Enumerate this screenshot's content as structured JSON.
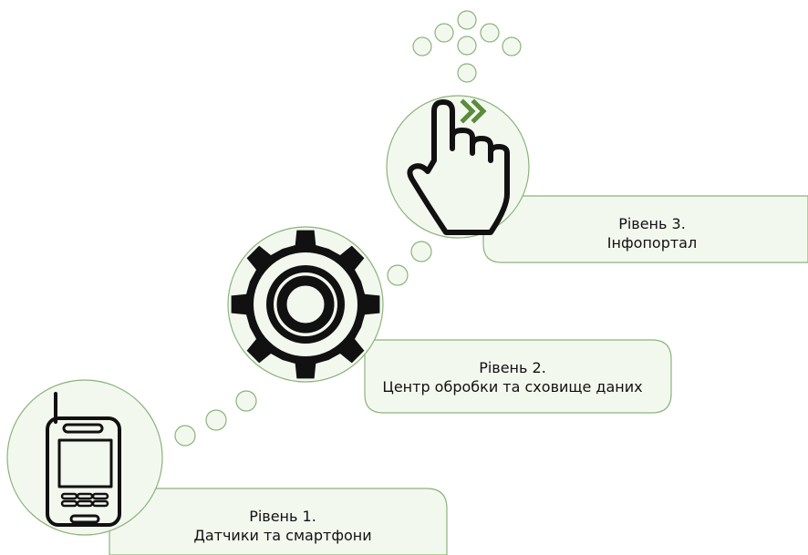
{
  "colors": {
    "outline": "#8ab37a",
    "fill": "#f3f8ef",
    "icon": "#111111",
    "accent": "#5a8c3a"
  },
  "levels": [
    {
      "title": "Рівень 1.",
      "subtitle": "Датчики та смартфони",
      "icon": "phone-icon"
    },
    {
      "title": "Рівень 2.",
      "subtitle": "Центр обробки та сховище даних",
      "icon": "gear-icon"
    },
    {
      "title": "Рівень 3.",
      "subtitle": "Інфопортал",
      "icon": "pointing-hand-icon"
    }
  ]
}
